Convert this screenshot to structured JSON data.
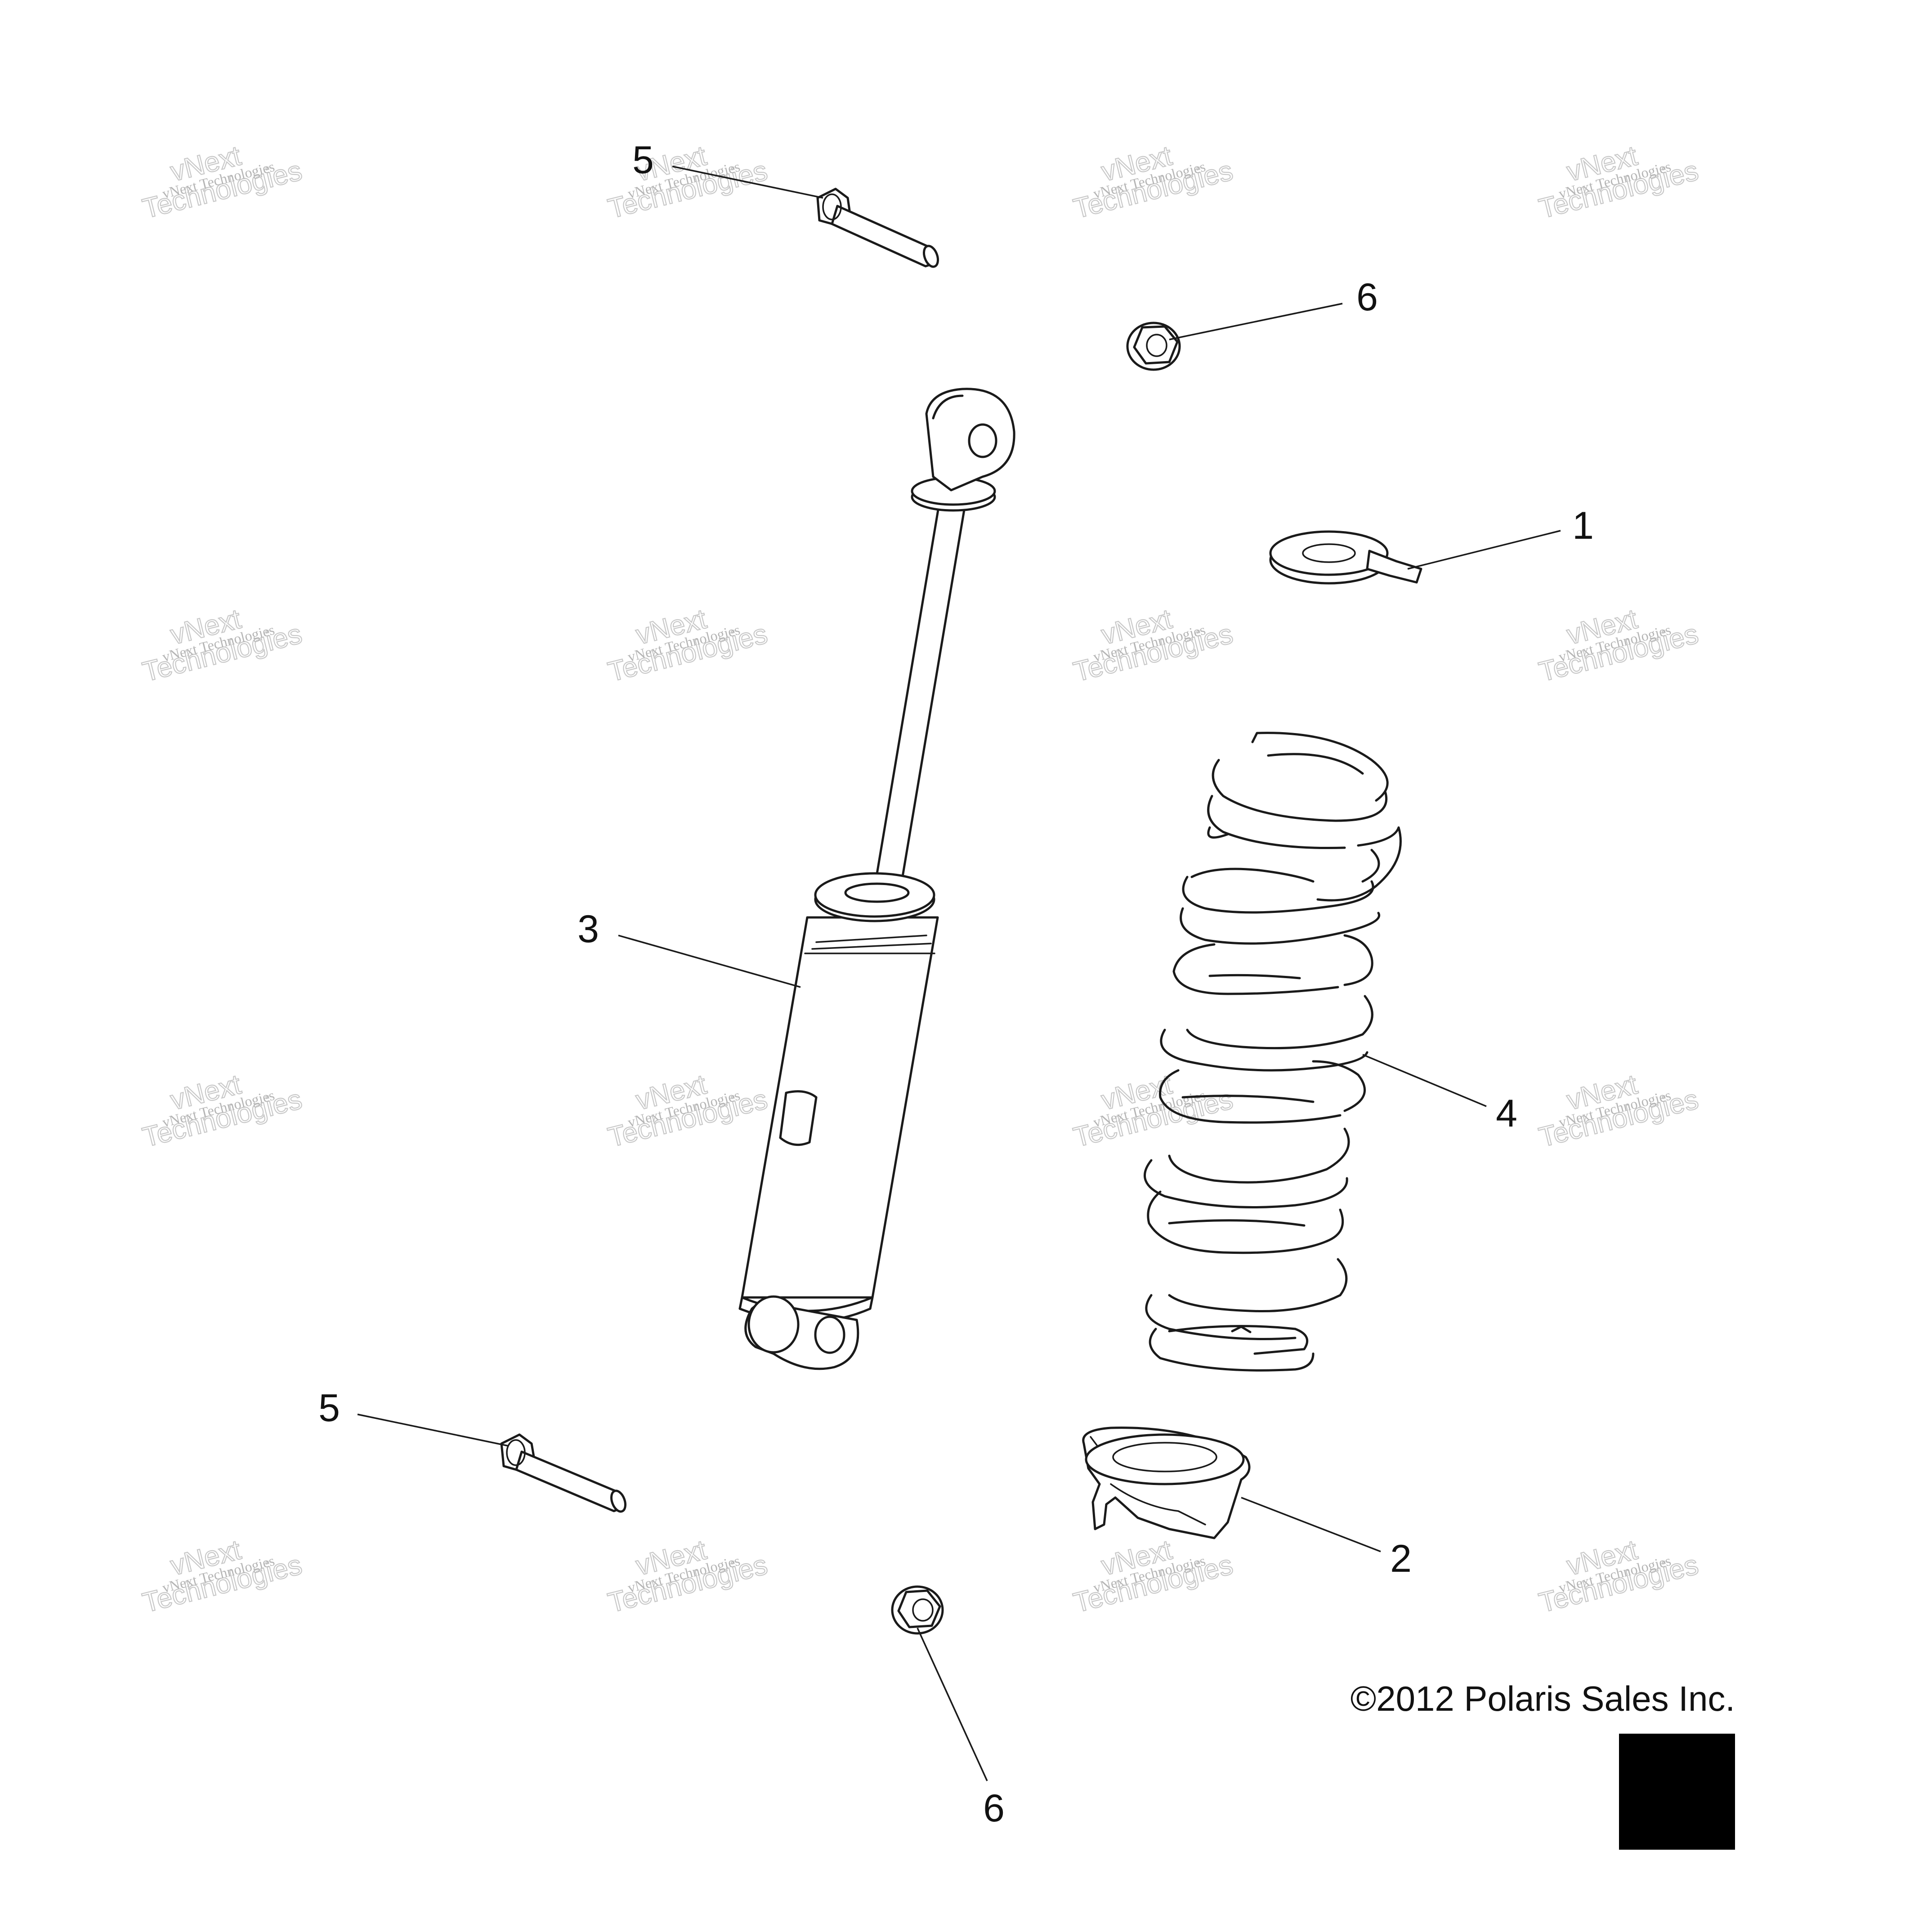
{
  "callouts": {
    "c1": "1",
    "c2": "2",
    "c3": "3",
    "c4": "4",
    "c5_top": "5",
    "c5_bottom": "5",
    "c6_top": "6",
    "c6_bottom": "6"
  },
  "watermark": {
    "line1": "vNext Technologies",
    "line2": "vNext",
    "line3": "Technologies"
  },
  "copyright": "©2012 Polaris Sales Inc."
}
